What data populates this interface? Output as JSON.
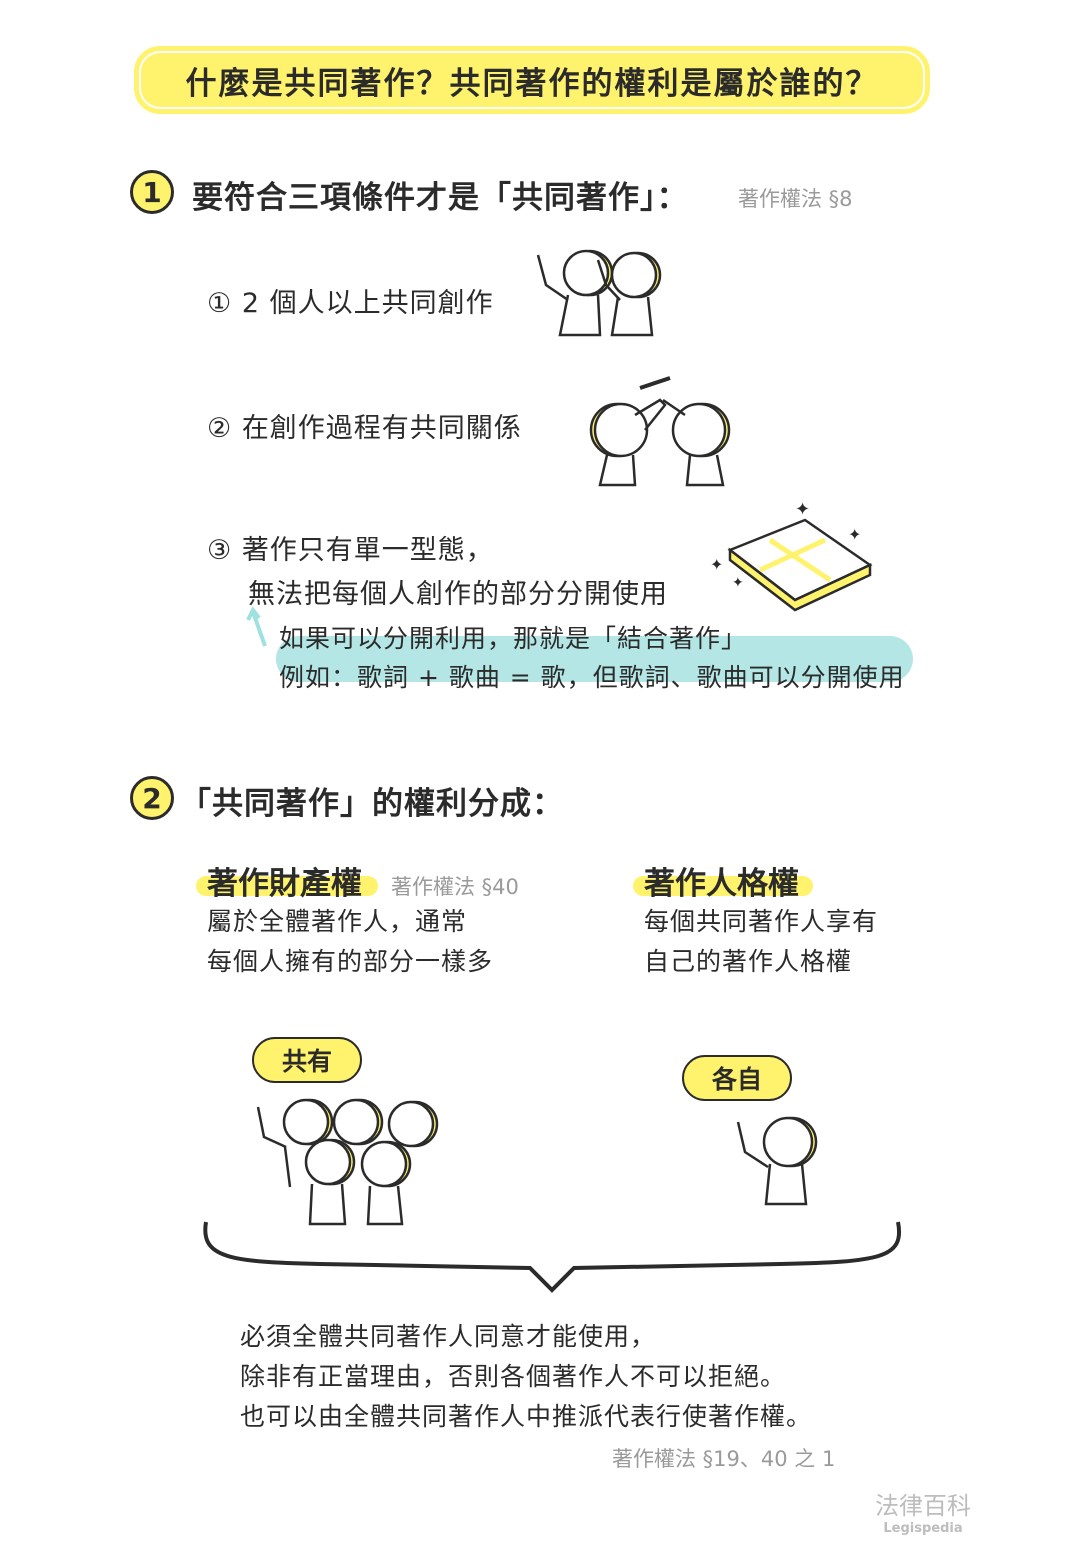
{
  "title": "什麼是共同著作？共同著作的權利是屬於誰的？",
  "section1": {
    "number": "1",
    "heading": "要符合三項條件才是「共同著作」：",
    "law_ref": "著作權法 §8",
    "conditions": [
      {
        "marker": "①",
        "text": "2 個人以上共同創作"
      },
      {
        "marker": "②",
        "text": "在創作過程有共同關係"
      },
      {
        "marker": "③",
        "text": "著作只有單一型態，",
        "text2": "無法把每個人創作的部分分開使用"
      }
    ],
    "note_line1": "如果可以分開利用，那就是「結合著作」",
    "note_line2": "例如：歌詞 + 歌曲 = 歌，但歌詞、歌曲可以分開使用"
  },
  "section2": {
    "number": "2",
    "heading": "「共同著作」的權利分成：",
    "property": {
      "title": "著作財產權",
      "law_ref": "著作權法 §40",
      "line1": "屬於全體著作人，通常",
      "line2": "每個人擁有的部分一樣多",
      "bubble": "共有"
    },
    "moral": {
      "title": "著作人格權",
      "line1": "每個共同著作人享有",
      "line2": "自己的著作人格權",
      "bubble": "各自"
    },
    "conclusion": [
      "必須全體共同著作人同意才能使用，",
      "除非有正當理由，否則各個著作人不可以拒絕。",
      "也可以由全體共同著作人中推派代表行使著作權。"
    ],
    "conclusion_law_ref": "著作權法 §19、40 之 1"
  },
  "logo": {
    "zh": "法律百科",
    "en": "Legispedia"
  },
  "colors": {
    "yellow": "#fff36e",
    "teal": "#b5e6e6",
    "text": "#2b2b2b",
    "gray": "#9a9a9a"
  }
}
